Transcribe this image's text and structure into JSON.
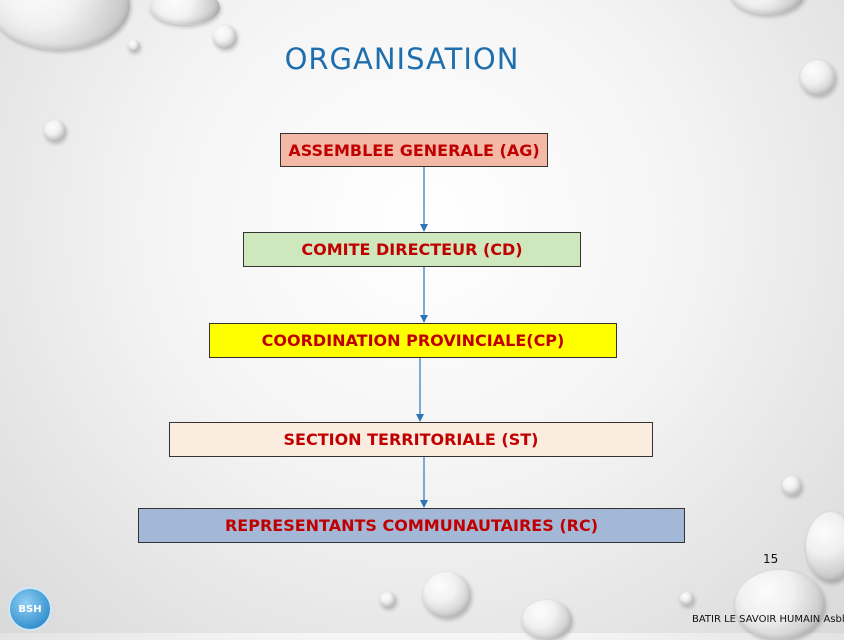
{
  "slide": {
    "title": "ORGANISATION",
    "page_number": "15",
    "footer": "BATIR LE SAVOIR HUMAIN Asbl",
    "logo_text": "BSH"
  },
  "boxes": [
    {
      "label": "ASSEMBLEE GENERALE (AG)",
      "fill": "#f4b9a6"
    },
    {
      "label": "COMITE DIRECTEUR (CD)",
      "fill": "#cfe7bd"
    },
    {
      "label": "COORDINATION PROVINCIALE(CP)",
      "fill": "#ffff00"
    },
    {
      "label": "SECTION TERRITORIALE (ST)",
      "fill": "#fbece0"
    },
    {
      "label": "REPRESENTANTS COMMUNAUTAIRES (RC)",
      "fill": "#a3b8d6"
    }
  ],
  "colors": {
    "title": "#1f6fae",
    "box_text": "#c00000",
    "arrow": "#2e75b6"
  }
}
